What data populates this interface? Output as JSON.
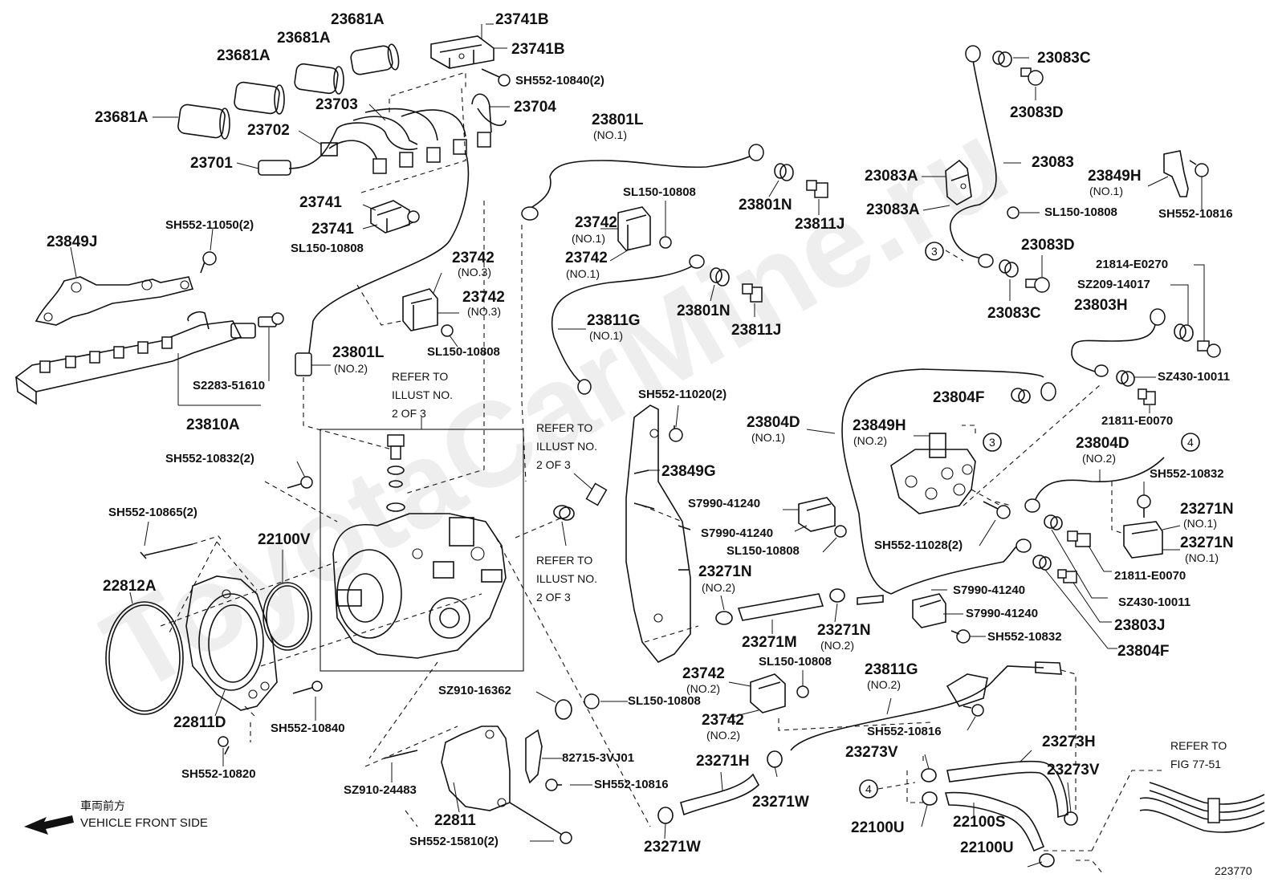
{
  "watermark": "ToyotaCarMine.ru",
  "diagram_id": "223770",
  "front_note": {
    "japanese": "車両前方",
    "english": "VEHICLE FRONT SIDE"
  },
  "references": {
    "ref1": [
      "REFER TO",
      "ILLUST NO.",
      "2 OF 3"
    ],
    "ref2": [
      "REFER TO",
      "ILLUST NO.",
      "2 OF 3"
    ],
    "ref3": [
      "REFER TO",
      "ILLUST NO.",
      "2 OF 3"
    ],
    "ref4": [
      "REFER TO",
      "FIG 77-51"
    ]
  },
  "callout_circles": [
    "3",
    "3",
    "4",
    "4"
  ],
  "labels": {
    "p23681A_1": "23681A",
    "p23681A_2": "23681A",
    "p23681A_3": "23681A",
    "p23681A_4": "23681A",
    "p23741B_1": "23741B",
    "p23741B_2": "23741B",
    "sh552_10840_2": "SH552-10840(2)",
    "p23703": "23703",
    "p23704": "23704",
    "p23702": "23702",
    "p23701": "23701",
    "p23741_1": "23741",
    "p23741_2": "23741",
    "sl150_10808_a": "SL150-10808",
    "sh552_11050_2": "SH552-11050(2)",
    "p23849J": "23849J",
    "s2283_51610": "S2283-51610",
    "p23810A": "23810A",
    "p23742_no3a": "23742",
    "p23742_no3a_sub": "(NO.3)",
    "p23742_no3b": "23742",
    "p23742_no3b_sub": "(NO.3)",
    "sl150_10808_b": "SL150-10808",
    "p23801L_no2": "23801L",
    "p23801L_no2_sub": "(NO.2)",
    "p23801L_no1": "23801L",
    "p23801L_no1_sub": "(NO.1)",
    "sl150_10808_c": "SL150-10808",
    "p23742_no1a": "23742",
    "p23742_no1a_sub": "(NO.1)",
    "p23742_no1b": "23742",
    "p23742_no1b_sub": "(NO.1)",
    "p23801N_a": "23801N",
    "p23811J_a": "23811J",
    "p23811G_no1": "23811G",
    "p23811G_no1_sub": "(NO.1)",
    "p23801N_b": "23801N",
    "p23811J_b": "23811J",
    "p23083C_a": "23083C",
    "p23083D_a": "23083D",
    "p23083": "23083",
    "p23083A_a": "23083A",
    "p23083A_b": "23083A",
    "sl150_10808_d": "SL150-10808",
    "p23849H_no1": "23849H",
    "p23849H_no1_sub": "(NO.1)",
    "sh552_10816_a": "SH552-10816",
    "p23083D_b": "23083D",
    "p23083C_b": "23083C",
    "p21814_E0270": "21814-E0270",
    "sz209_14017": "SZ209-14017",
    "p23803H": "23803H",
    "sz430_10011_a": "SZ430-10011",
    "p23804F_a": "23804F",
    "p21811_E0070_a": "21811-E0070",
    "p23804D_no1": "23804D",
    "p23804D_no1_sub": "(NO.1)",
    "p23849H_no2": "23849H",
    "p23849H_no2_sub": "(NO.2)",
    "p23804D_no2": "23804D",
    "p23804D_no2_sub": "(NO.2)",
    "sh552_10832_a": "SH552-10832",
    "p23271N_no1a": "23271N",
    "p23271N_no1a_sub": "(NO.1)",
    "p23271N_no1b": "23271N",
    "p23271N_no1b_sub": "(NO.1)",
    "p21811_E0070_b": "21811-E0070",
    "sz430_10011_b": "SZ430-10011",
    "p23803J": "23803J",
    "p23804F_b": "23804F",
    "sh552_11028_2": "SH552-11028(2)",
    "s7990_41240_a": "S7990-41240",
    "s7990_41240_b": "S7990-41240",
    "sl150_10808_e": "SL150-10808",
    "s7990_41240_c": "S7990-41240",
    "s7990_41240_d": "S7990-41240",
    "sh552_10832_b": "SH552-10832",
    "sh552_11020_2": "SH552-11020(2)",
    "p23849G": "23849G",
    "p23271N_no2a": "23271N",
    "p23271N_no2a_sub": "(NO.2)",
    "p23271M": "23271M",
    "p23271N_no2b": "23271N",
    "p23271N_no2b_sub": "(NO.2)",
    "sh552_10832_2": "SH552-10832(2)",
    "sh552_10865_2": "SH552-10865(2)",
    "p22100V": "22100V",
    "p22812A": "22812A",
    "p22811D": "22811D",
    "sh552_10840": "SH552-10840",
    "sh552_10820": "SH552-10820",
    "sz910_16362": "SZ910-16362",
    "sl150_10808_f": "SL150-10808",
    "p82715_3VJ01": "82715-3VJ01",
    "sh552_10816_b": "SH552-10816",
    "sz910_24483": "SZ910-24483",
    "p22811": "22811",
    "sh552_15810_2": "SH552-15810(2)",
    "p23742_no2a": "23742",
    "p23742_no2a_sub": "(NO.2)",
    "p23742_no2b": "23742",
    "p23742_no2b_sub": "(NO.2)",
    "sl150_10808_g": "SL150-10808",
    "p23811G_no2": "23811G",
    "p23811G_no2_sub": "(NO.2)",
    "sh552_10816_c": "SH552-10816",
    "p23271H": "23271H",
    "p23271W_a": "23271W",
    "p23271W_b": "23271W",
    "p23273H": "23273H",
    "p23273V_a": "23273V",
    "p23273V_b": "23273V",
    "p22100U_a": "22100U",
    "p22100S": "22100S",
    "p22100U_b": "22100U"
  }
}
